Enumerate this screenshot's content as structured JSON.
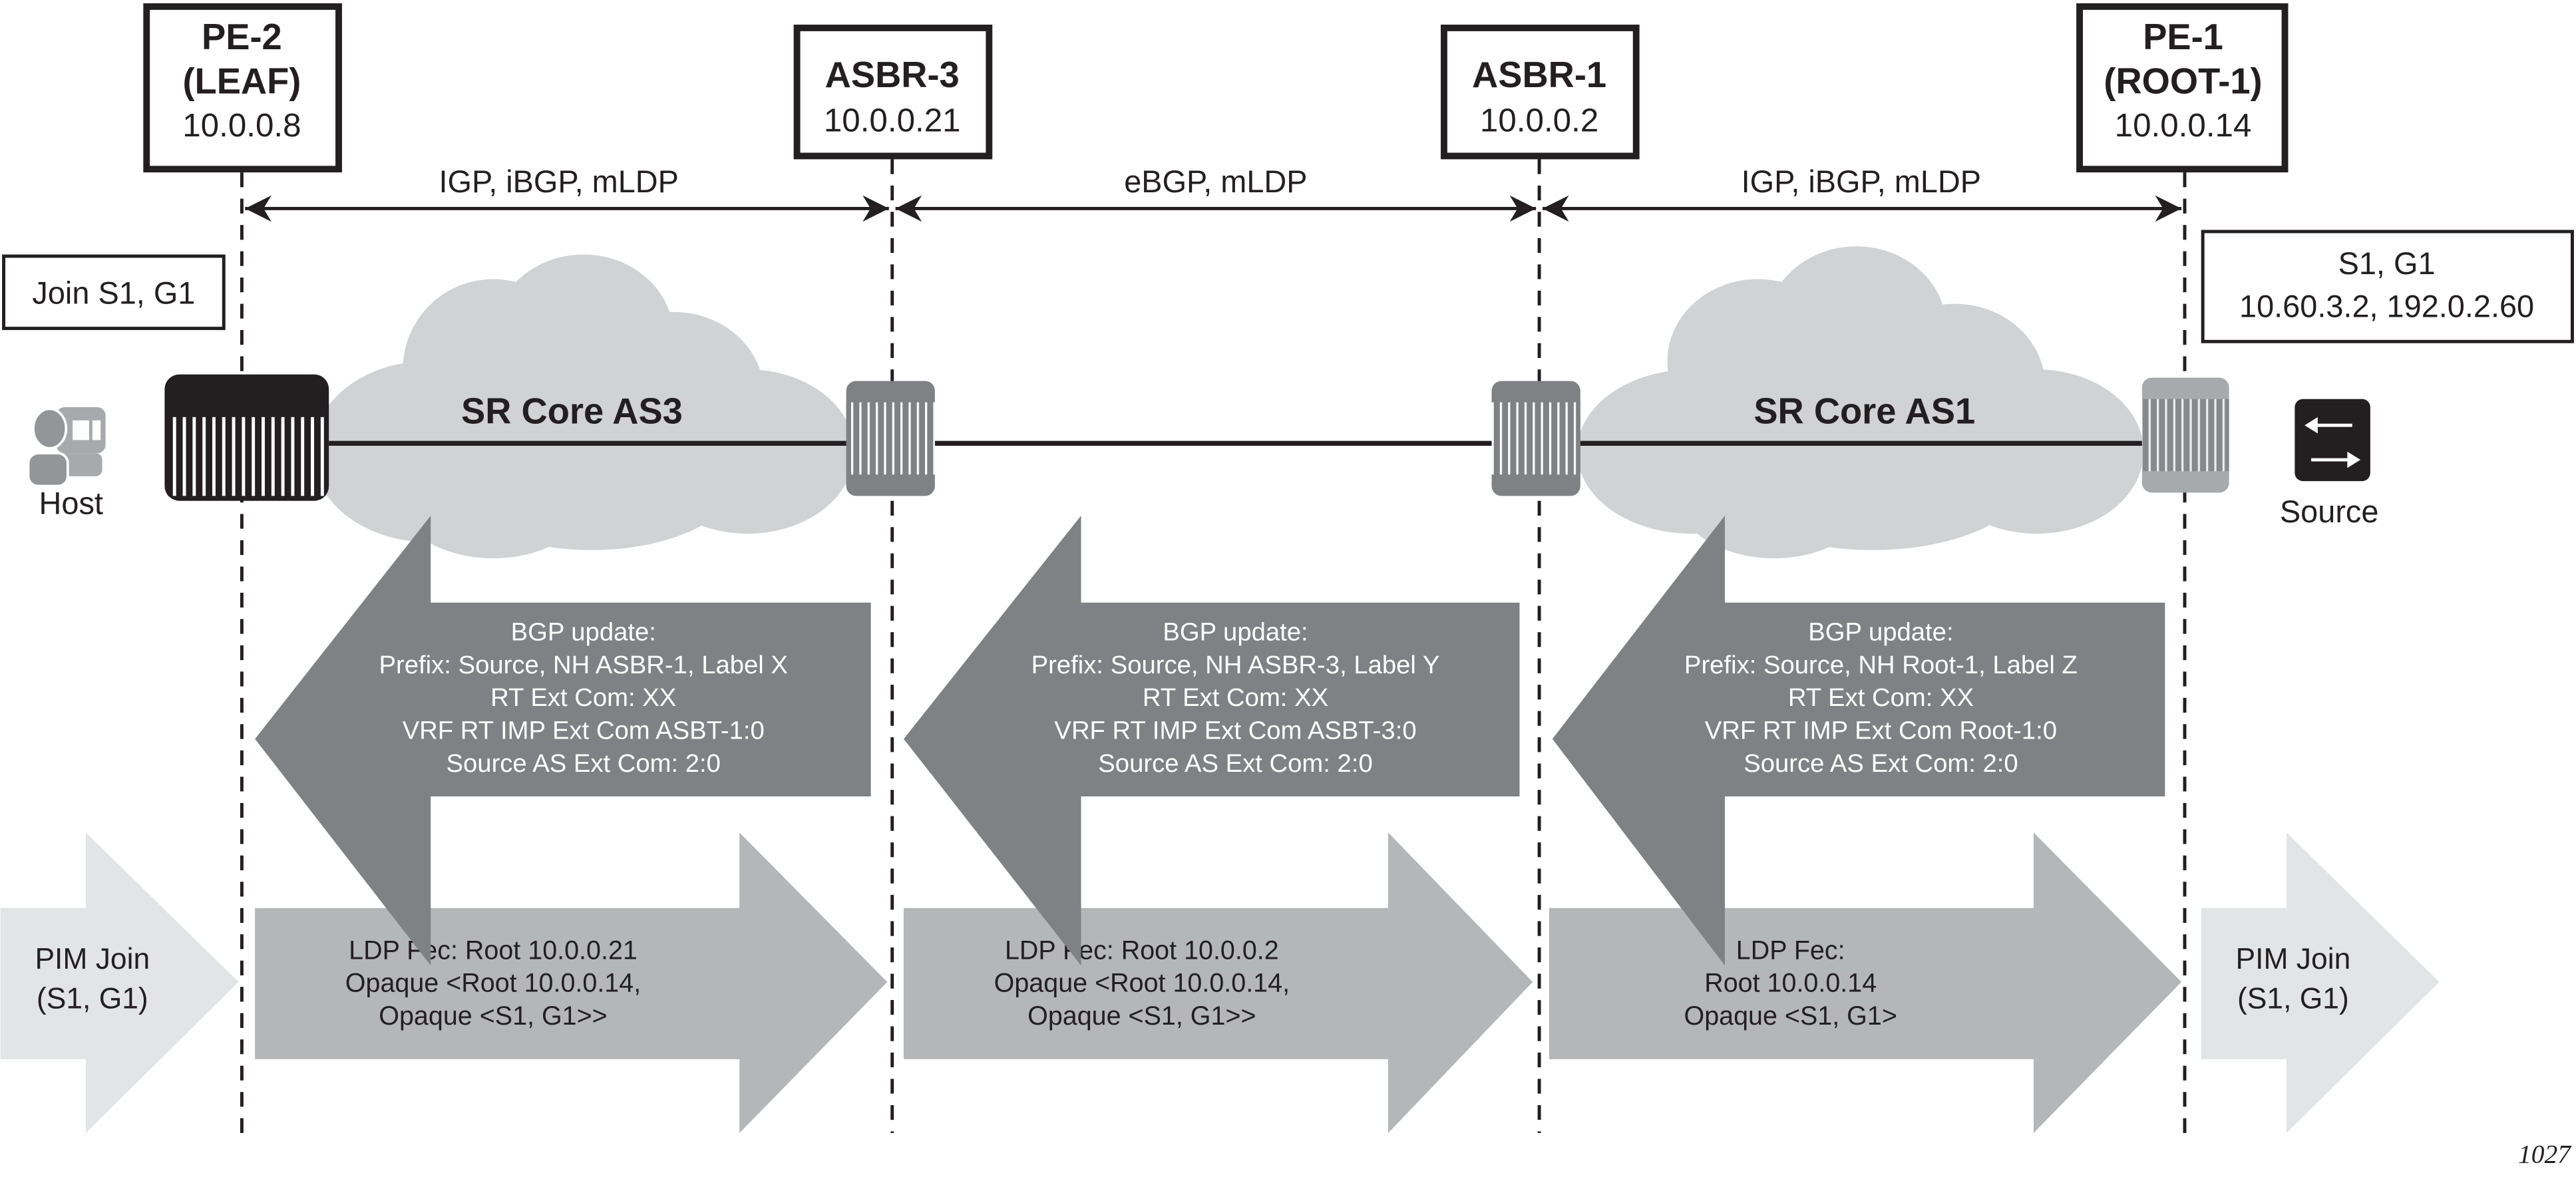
{
  "nodes": {
    "pe2": {
      "title1": "PE-2",
      "title2": "(LEAF)",
      "ip": "10.0.0.8"
    },
    "asbr3": {
      "title": "ASBR-3",
      "ip": "10.0.0.21"
    },
    "asbr1": {
      "title": "ASBR-1",
      "ip": "10.0.0.2"
    },
    "pe1": {
      "title1": "PE-1",
      "title2": "(ROOT-1)",
      "ip": "10.0.0.14"
    }
  },
  "segments": [
    "IGP, iBGP, mLDP",
    "eBGP, mLDP",
    "IGP, iBGP, mLDP"
  ],
  "join_box": "Join S1, G1",
  "sg_box": {
    "line1": "S1, G1",
    "line2": "10.60.3.2, 192.0.2.60"
  },
  "clouds": [
    "SR Core AS3",
    "SR Core AS1"
  ],
  "host_label": "Host",
  "source_label": "Source",
  "bgp_updates": [
    [
      "BGP update:",
      "Prefix: Source, NH ASBR-1, Label X",
      "RT Ext Com: XX",
      "VRF RT IMP Ext Com ASBT-1:0",
      "Source AS Ext Com: 2:0"
    ],
    [
      "BGP update:",
      "Prefix: Source, NH ASBR-3, Label Y",
      "RT Ext Com: XX",
      "VRF RT IMP Ext Com ASBT-3:0",
      "Source AS Ext Com: 2:0"
    ],
    [
      "BGP update:",
      "Prefix: Source, NH Root-1, Label Z",
      "RT Ext Com: XX",
      "VRF RT IMP Ext Com Root-1:0",
      "Source AS Ext Com: 2:0"
    ]
  ],
  "ldp_fecs": [
    [
      "LDP Fec: Root 10.0.0.21",
      "Opaque <Root 10.0.0.14,",
      "Opaque <S1, G1>>"
    ],
    [
      "LDP Fec: Root 10.0.0.2",
      "Opaque <Root 10.0.0.14,",
      "Opaque <S1, G1>>"
    ],
    [
      "LDP Fec:",
      "Root 10.0.0.14",
      "Opaque <S1, G1>"
    ]
  ],
  "pim_joins": [
    [
      "PIM Join",
      "(S1, G1)"
    ],
    [
      "PIM Join",
      "(S1, G1)"
    ]
  ],
  "figure_number": "1027",
  "colors": {
    "bgp_arrow": "#808184",
    "ldp_arrow": "#b5b6b8",
    "pim_arrow": "#e3e4e5",
    "cloud": "#d1d2d4",
    "router_gray": "#808184"
  }
}
